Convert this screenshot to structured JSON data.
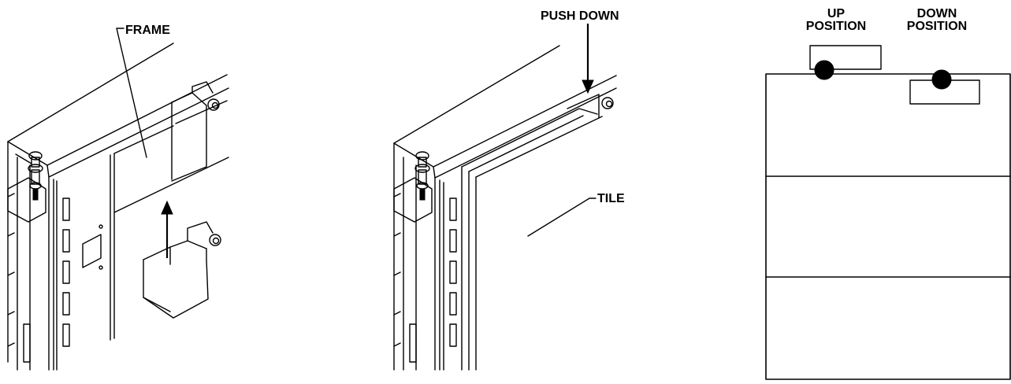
{
  "labels": {
    "frame": "FRAME",
    "push_down": "PUSH DOWN",
    "tile": "TILE",
    "up_position": [
      "UP",
      "POSITION"
    ],
    "down_position": [
      "DOWN",
      "POSITION"
    ]
  },
  "colors": {
    "line": "#000000",
    "background": "#ffffff"
  }
}
